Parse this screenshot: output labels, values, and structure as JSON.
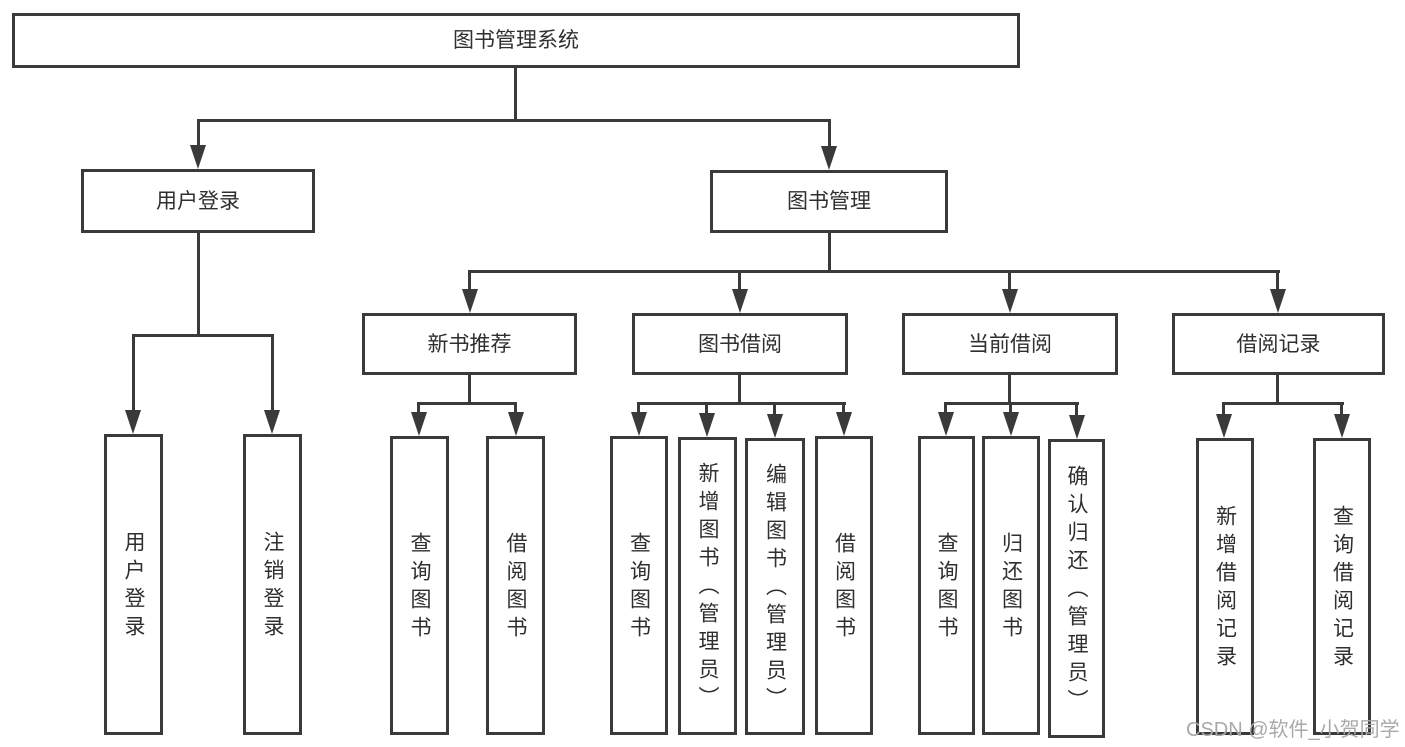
{
  "diagram": {
    "root": {
      "label": "图书管理系统"
    },
    "level1": {
      "user_login": {
        "label": "用户登录"
      },
      "book_management": {
        "label": "图书管理"
      }
    },
    "level2": {
      "new_book_recommend": {
        "label": "新书推荐"
      },
      "book_borrow": {
        "label": "图书借阅"
      },
      "current_borrow": {
        "label": "当前借阅"
      },
      "borrow_records": {
        "label": "借阅记录"
      }
    },
    "level3": {
      "user_login_login": {
        "label": "用户登录"
      },
      "user_login_logout": {
        "label": "注销登录"
      },
      "new_book_query": {
        "label": "查询图书"
      },
      "new_book_borrow": {
        "label": "借阅图书"
      },
      "borrow_query": {
        "label": "查询图书"
      },
      "borrow_add": {
        "label": "新增图书（管理员）"
      },
      "borrow_edit": {
        "label": "编辑图书（管理员）"
      },
      "borrow_lend": {
        "label": "借阅图书"
      },
      "current_query": {
        "label": "查询图书"
      },
      "current_return": {
        "label": "归还图书"
      },
      "current_confirm": {
        "label": "确认归还（管理员）"
      },
      "records_add": {
        "label": "新增借阅记录"
      },
      "records_query": {
        "label": "查询借阅记录"
      }
    }
  },
  "watermark": {
    "text": "CSDN @软件_小贺同学"
  },
  "colors": {
    "line": "#3a3a3a",
    "text": "#2f2f2f",
    "watermark": "#a9a9a9",
    "background": "#ffffff"
  }
}
